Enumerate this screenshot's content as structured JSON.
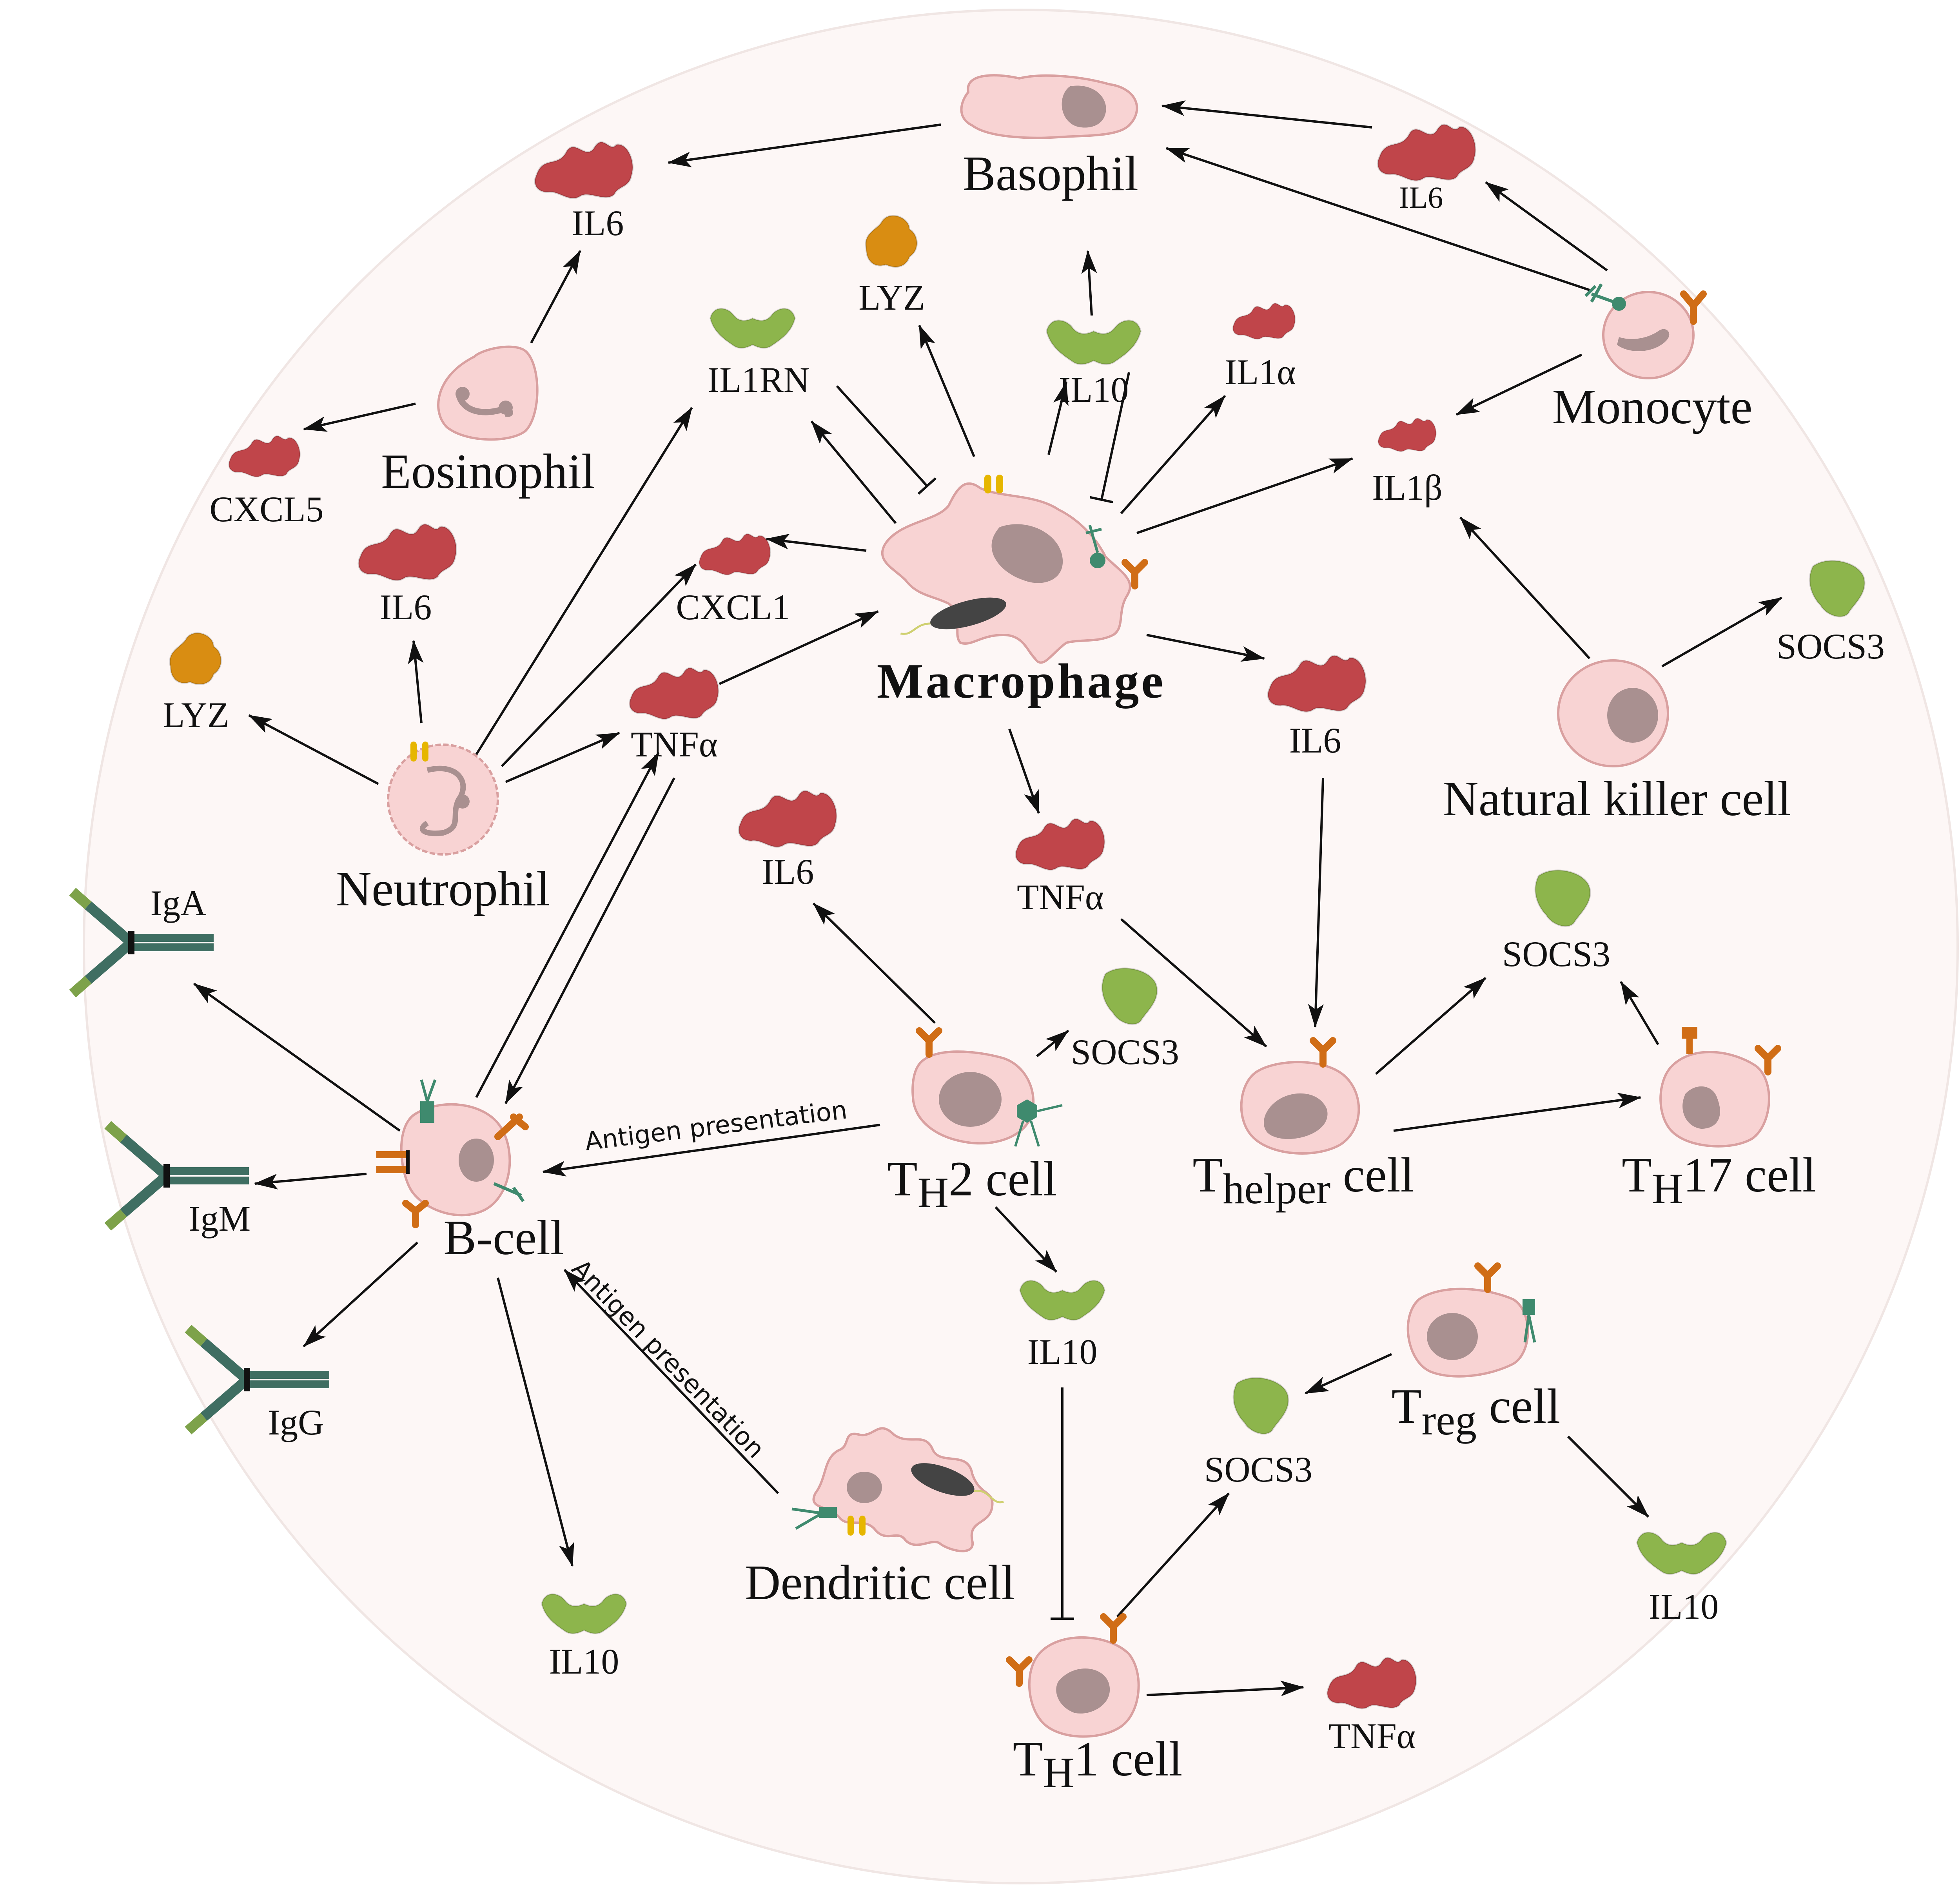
{
  "colors": {
    "background_disc": "#fdf7f6",
    "cell_fill": "#f8d3d3",
    "cell_stroke": "#d9a0a0",
    "nucleus": "#a99090",
    "inflammatory_cytokine": "#c0454a",
    "anti_inflammatory_cytokine": "#8db54c",
    "lysozyme": "#d98d12",
    "antibody": "#3f6e62",
    "antibody_tip": "#7da24a",
    "receptor": "#d06d16",
    "arrow": "#111111"
  },
  "cells": {
    "basophil": "Basophil",
    "monocyte": "Monocyte",
    "eosinophil": "Eosinophil",
    "macrophage": "Macrophage",
    "natural_killer": "Natural killer cell",
    "neutrophil": "Neutrophil",
    "b_cell": "B-cell",
    "th2": {
      "base": "T",
      "sub": "H",
      "rest": "2 cell"
    },
    "t_helper": {
      "base": "T",
      "sub": "helper",
      "rest": " cell"
    },
    "th17": {
      "base": "T",
      "sub": "H",
      "rest": "17 cell"
    },
    "treg": {
      "base": "T",
      "sub": "reg",
      "rest": " cell"
    },
    "dendritic": "Dendritic cell",
    "th1": {
      "base": "T",
      "sub": "H",
      "rest": "1 cell"
    }
  },
  "cytokines": {
    "il6_top": "IL6",
    "il6_monocyte": "IL6",
    "lyz_top": "LYZ",
    "il10_top": "IL10",
    "il1a": "IL1α",
    "il1rn": "IL1RN",
    "il1b": "IL1β",
    "cxcl5": "CXCL5",
    "il6_neutrophil": "IL6",
    "cxcl1": "CXCL1",
    "lyz_left": "LYZ",
    "tnfa_neutrophil": "TNFα",
    "il6_right": "IL6",
    "socs3_nk": "SOCS3",
    "il6_mid": "IL6",
    "tnfa_mid": "TNFα",
    "socs3_th2": "SOCS3",
    "socs3_right": "SOCS3",
    "il10_mid": "IL10",
    "socs3_treg": "SOCS3",
    "il10_treg": "IL10",
    "il10_bcell": "IL10",
    "tnfa_th1": "TNFα"
  },
  "antibodies": {
    "iga": "IgA",
    "igm": "IgM",
    "igg": "IgG"
  },
  "edge_labels": {
    "th2_to_b": "Antigen presentation",
    "dc_to_b": "Antigen presentation"
  }
}
